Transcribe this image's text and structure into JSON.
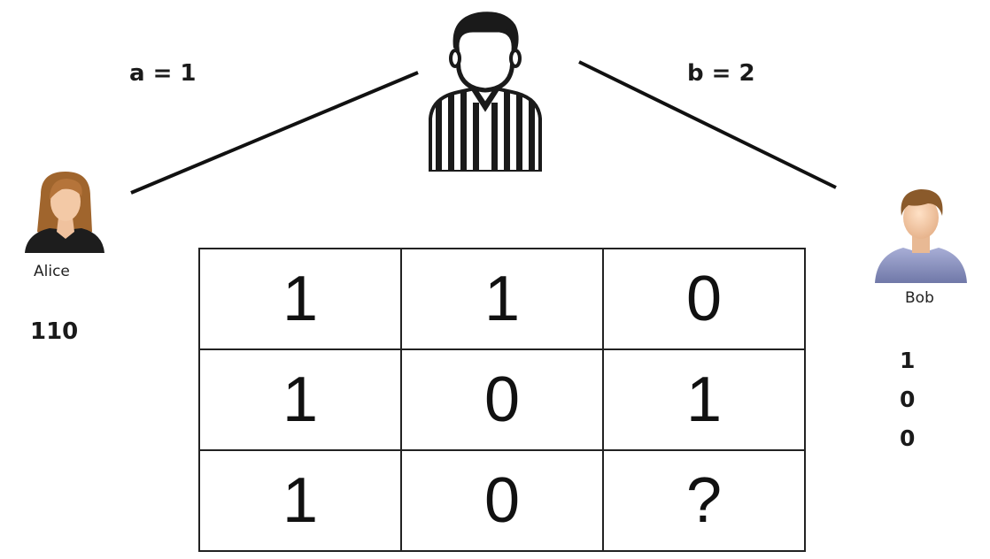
{
  "referee": {
    "icon": "referee-icon",
    "label_a": "a = 1",
    "label_b": "b = 2"
  },
  "alice": {
    "icon": "alice-avatar-icon",
    "name": "Alice",
    "bits": "110"
  },
  "bob": {
    "icon": "bob-avatar-icon",
    "name": "Bob",
    "bits": [
      "1",
      "0",
      "0"
    ]
  },
  "grid": {
    "rows": [
      [
        "1",
        "1",
        "0"
      ],
      [
        "1",
        "0",
        "1"
      ],
      [
        "1",
        "0",
        "?"
      ]
    ]
  },
  "colors": {
    "line": "#111111",
    "alice_hair": "#a0652d",
    "alice_skin": "#f3c9a6",
    "bob_hair": "#8a5a2b",
    "bob_shirt": "#8c93bf"
  }
}
